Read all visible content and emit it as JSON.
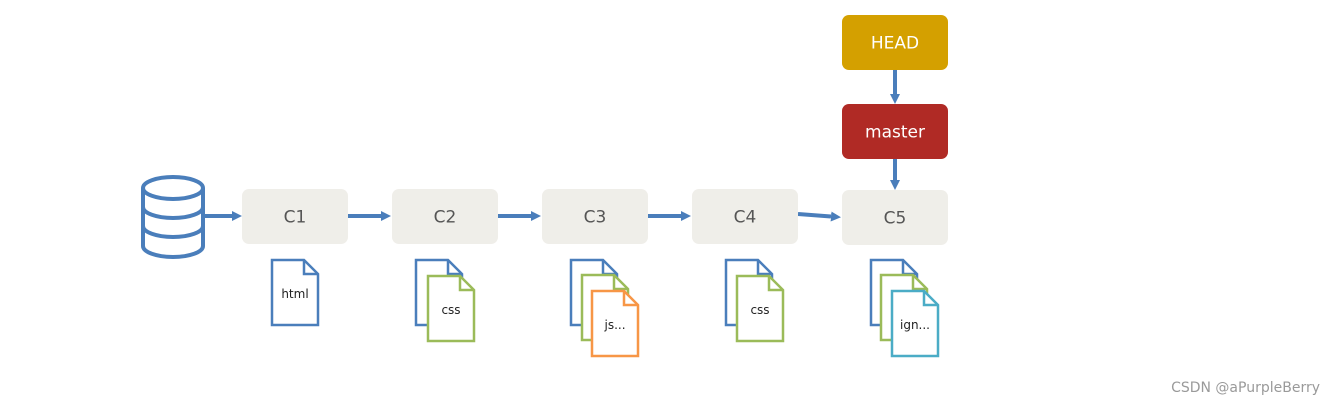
{
  "repository": {
    "icon": "database-icon"
  },
  "refs": {
    "head": {
      "label": "HEAD"
    },
    "branch": {
      "label": "master"
    }
  },
  "commits": [
    {
      "label": "C1",
      "file_label": "html",
      "file_colors": [
        "#4a7ebb"
      ]
    },
    {
      "label": "C2",
      "file_label": "css",
      "file_colors": [
        "#4a7ebb",
        "#9bbb59"
      ]
    },
    {
      "label": "C3",
      "file_label": "js...",
      "file_colors": [
        "#4a7ebb",
        "#9bbb59",
        "#f79646"
      ]
    },
    {
      "label": "C4",
      "file_label": "css",
      "file_colors": [
        "#4a7ebb",
        "#9bbb59"
      ]
    },
    {
      "label": "C5",
      "file_label": "ign...",
      "file_colors": [
        "#4a7ebb",
        "#9bbb59",
        "#4bacc6"
      ]
    }
  ],
  "colors": {
    "arrow": "#4a7ebb",
    "database": "#4a7ebb",
    "commit_fill": "#efeee9",
    "commit_text": "#555555",
    "head_fill": "#d4a000",
    "branch_fill": "#b02a25",
    "ref_text": "#ffffff"
  },
  "watermark": "CSDN @aPurpleBerry"
}
